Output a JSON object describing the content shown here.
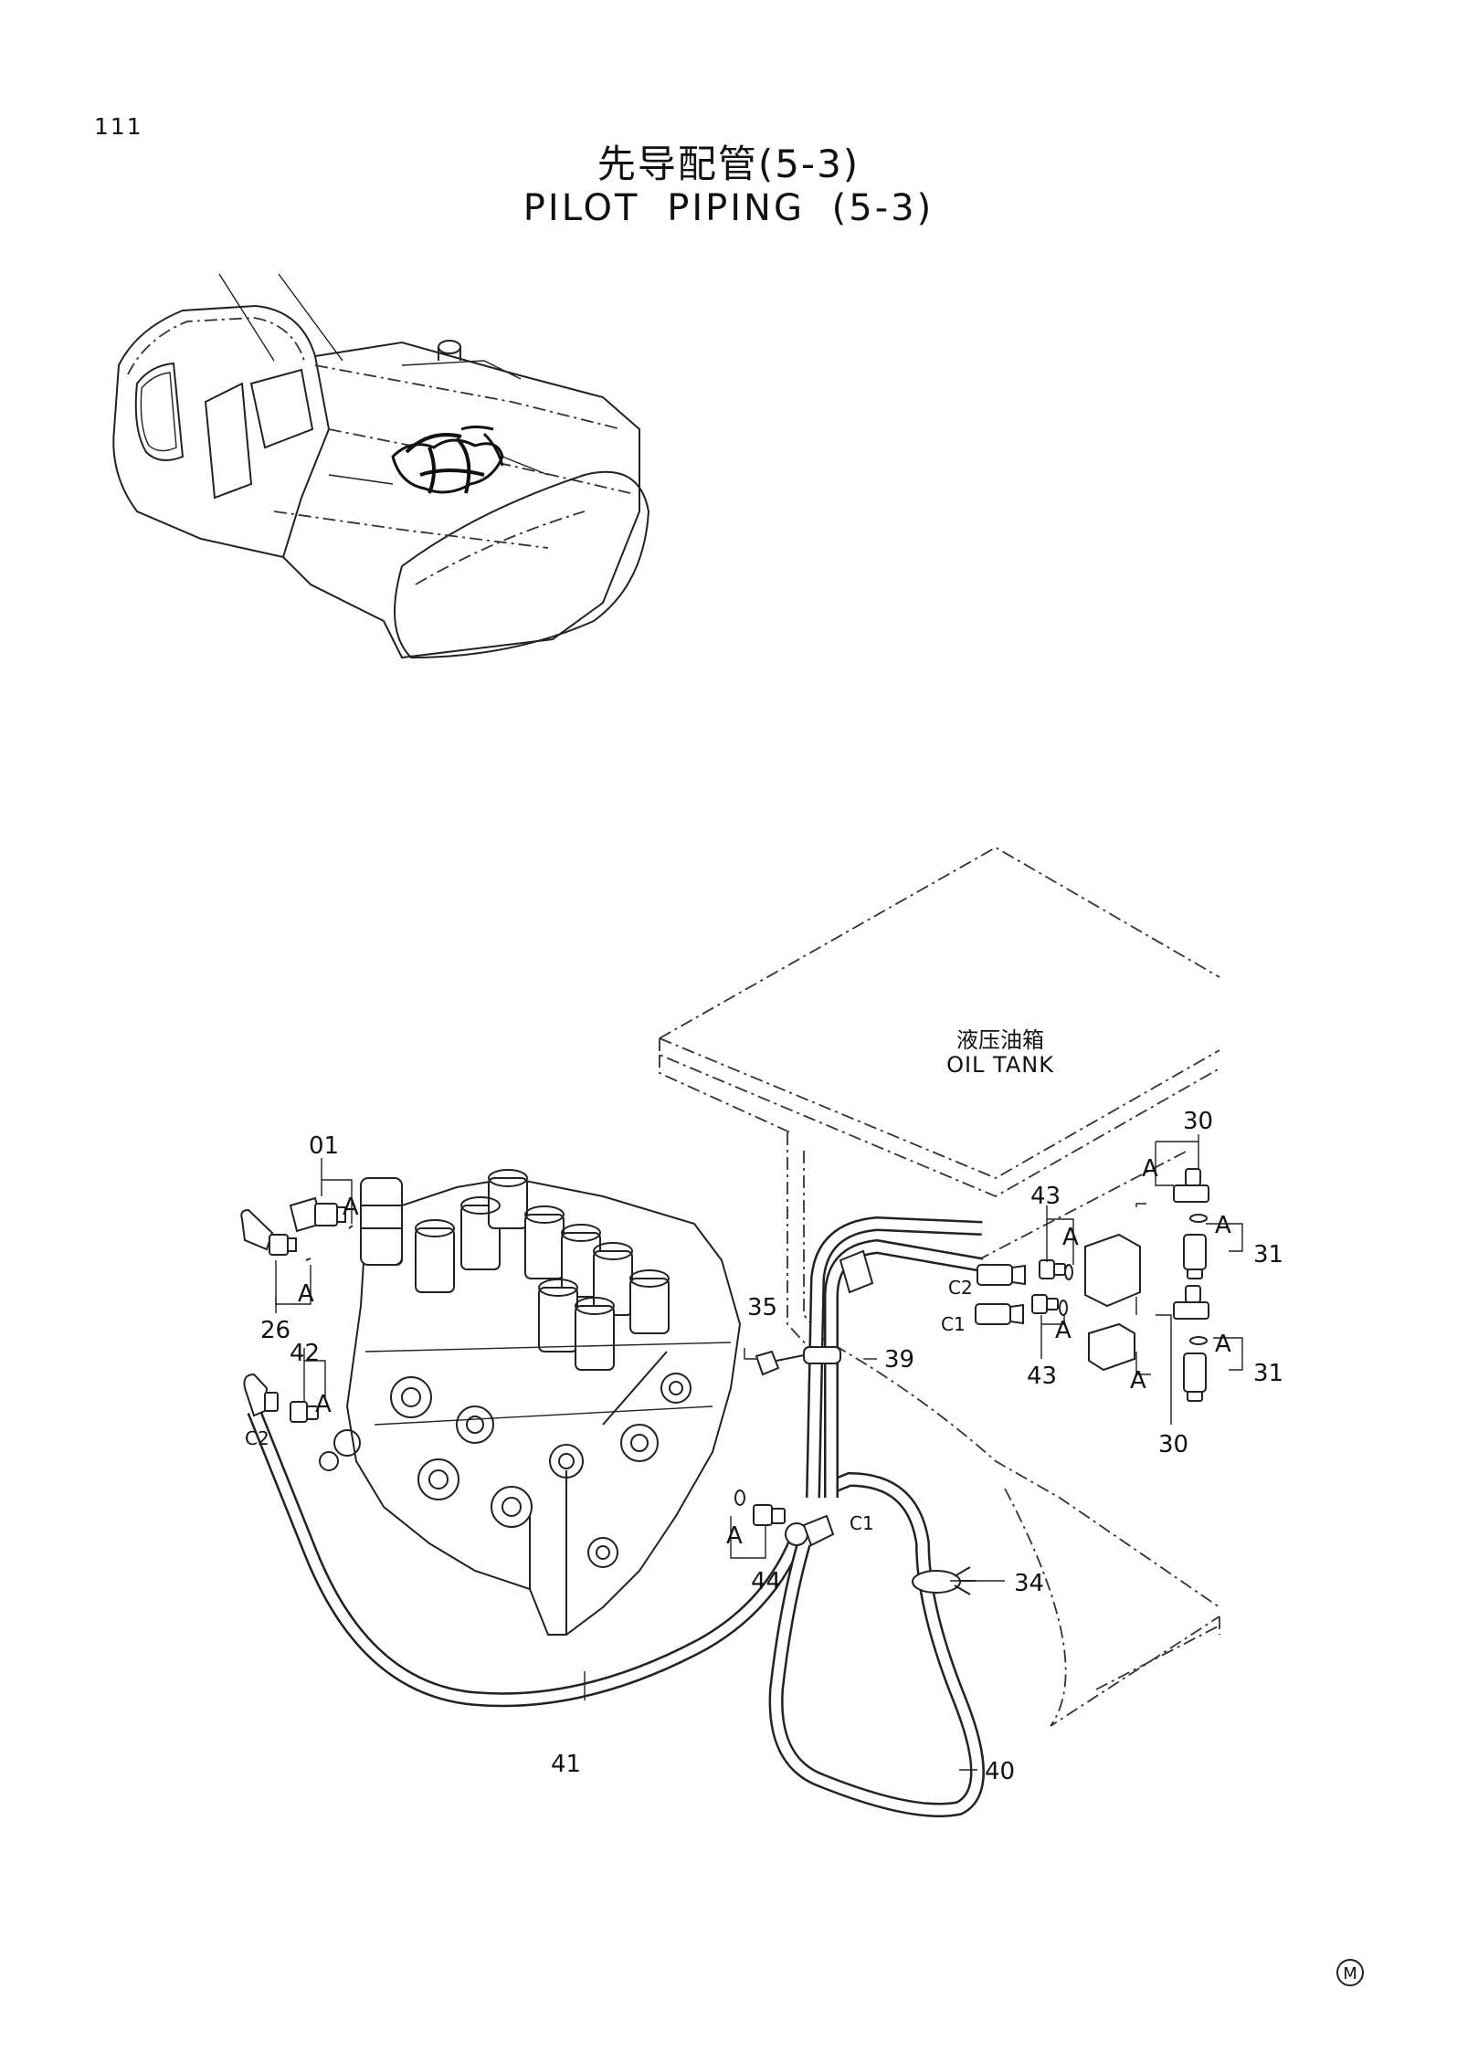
{
  "page": {
    "number": "111"
  },
  "title": {
    "zh": "先导配管(5-3)",
    "en": "PILOT PIPING (5-3)"
  },
  "oil_tank": {
    "zh": "液压油箱",
    "en": "OIL TANK"
  },
  "callouts": {
    "p01": "01",
    "p26": "26",
    "p42": "42",
    "p35": "35",
    "p39": "39",
    "p43a": "43",
    "p43b": "43",
    "p30a": "30",
    "p30b": "30",
    "p31a": "31",
    "p31b": "31",
    "p44": "44",
    "p34": "34",
    "p41": "41",
    "p40": "40"
  },
  "ports": {
    "c2_left": "C2",
    "c2_right": "C2",
    "c1_right": "C1",
    "c1_bottom": "C1"
  },
  "ref_mark": "A",
  "footer_mark": "M"
}
